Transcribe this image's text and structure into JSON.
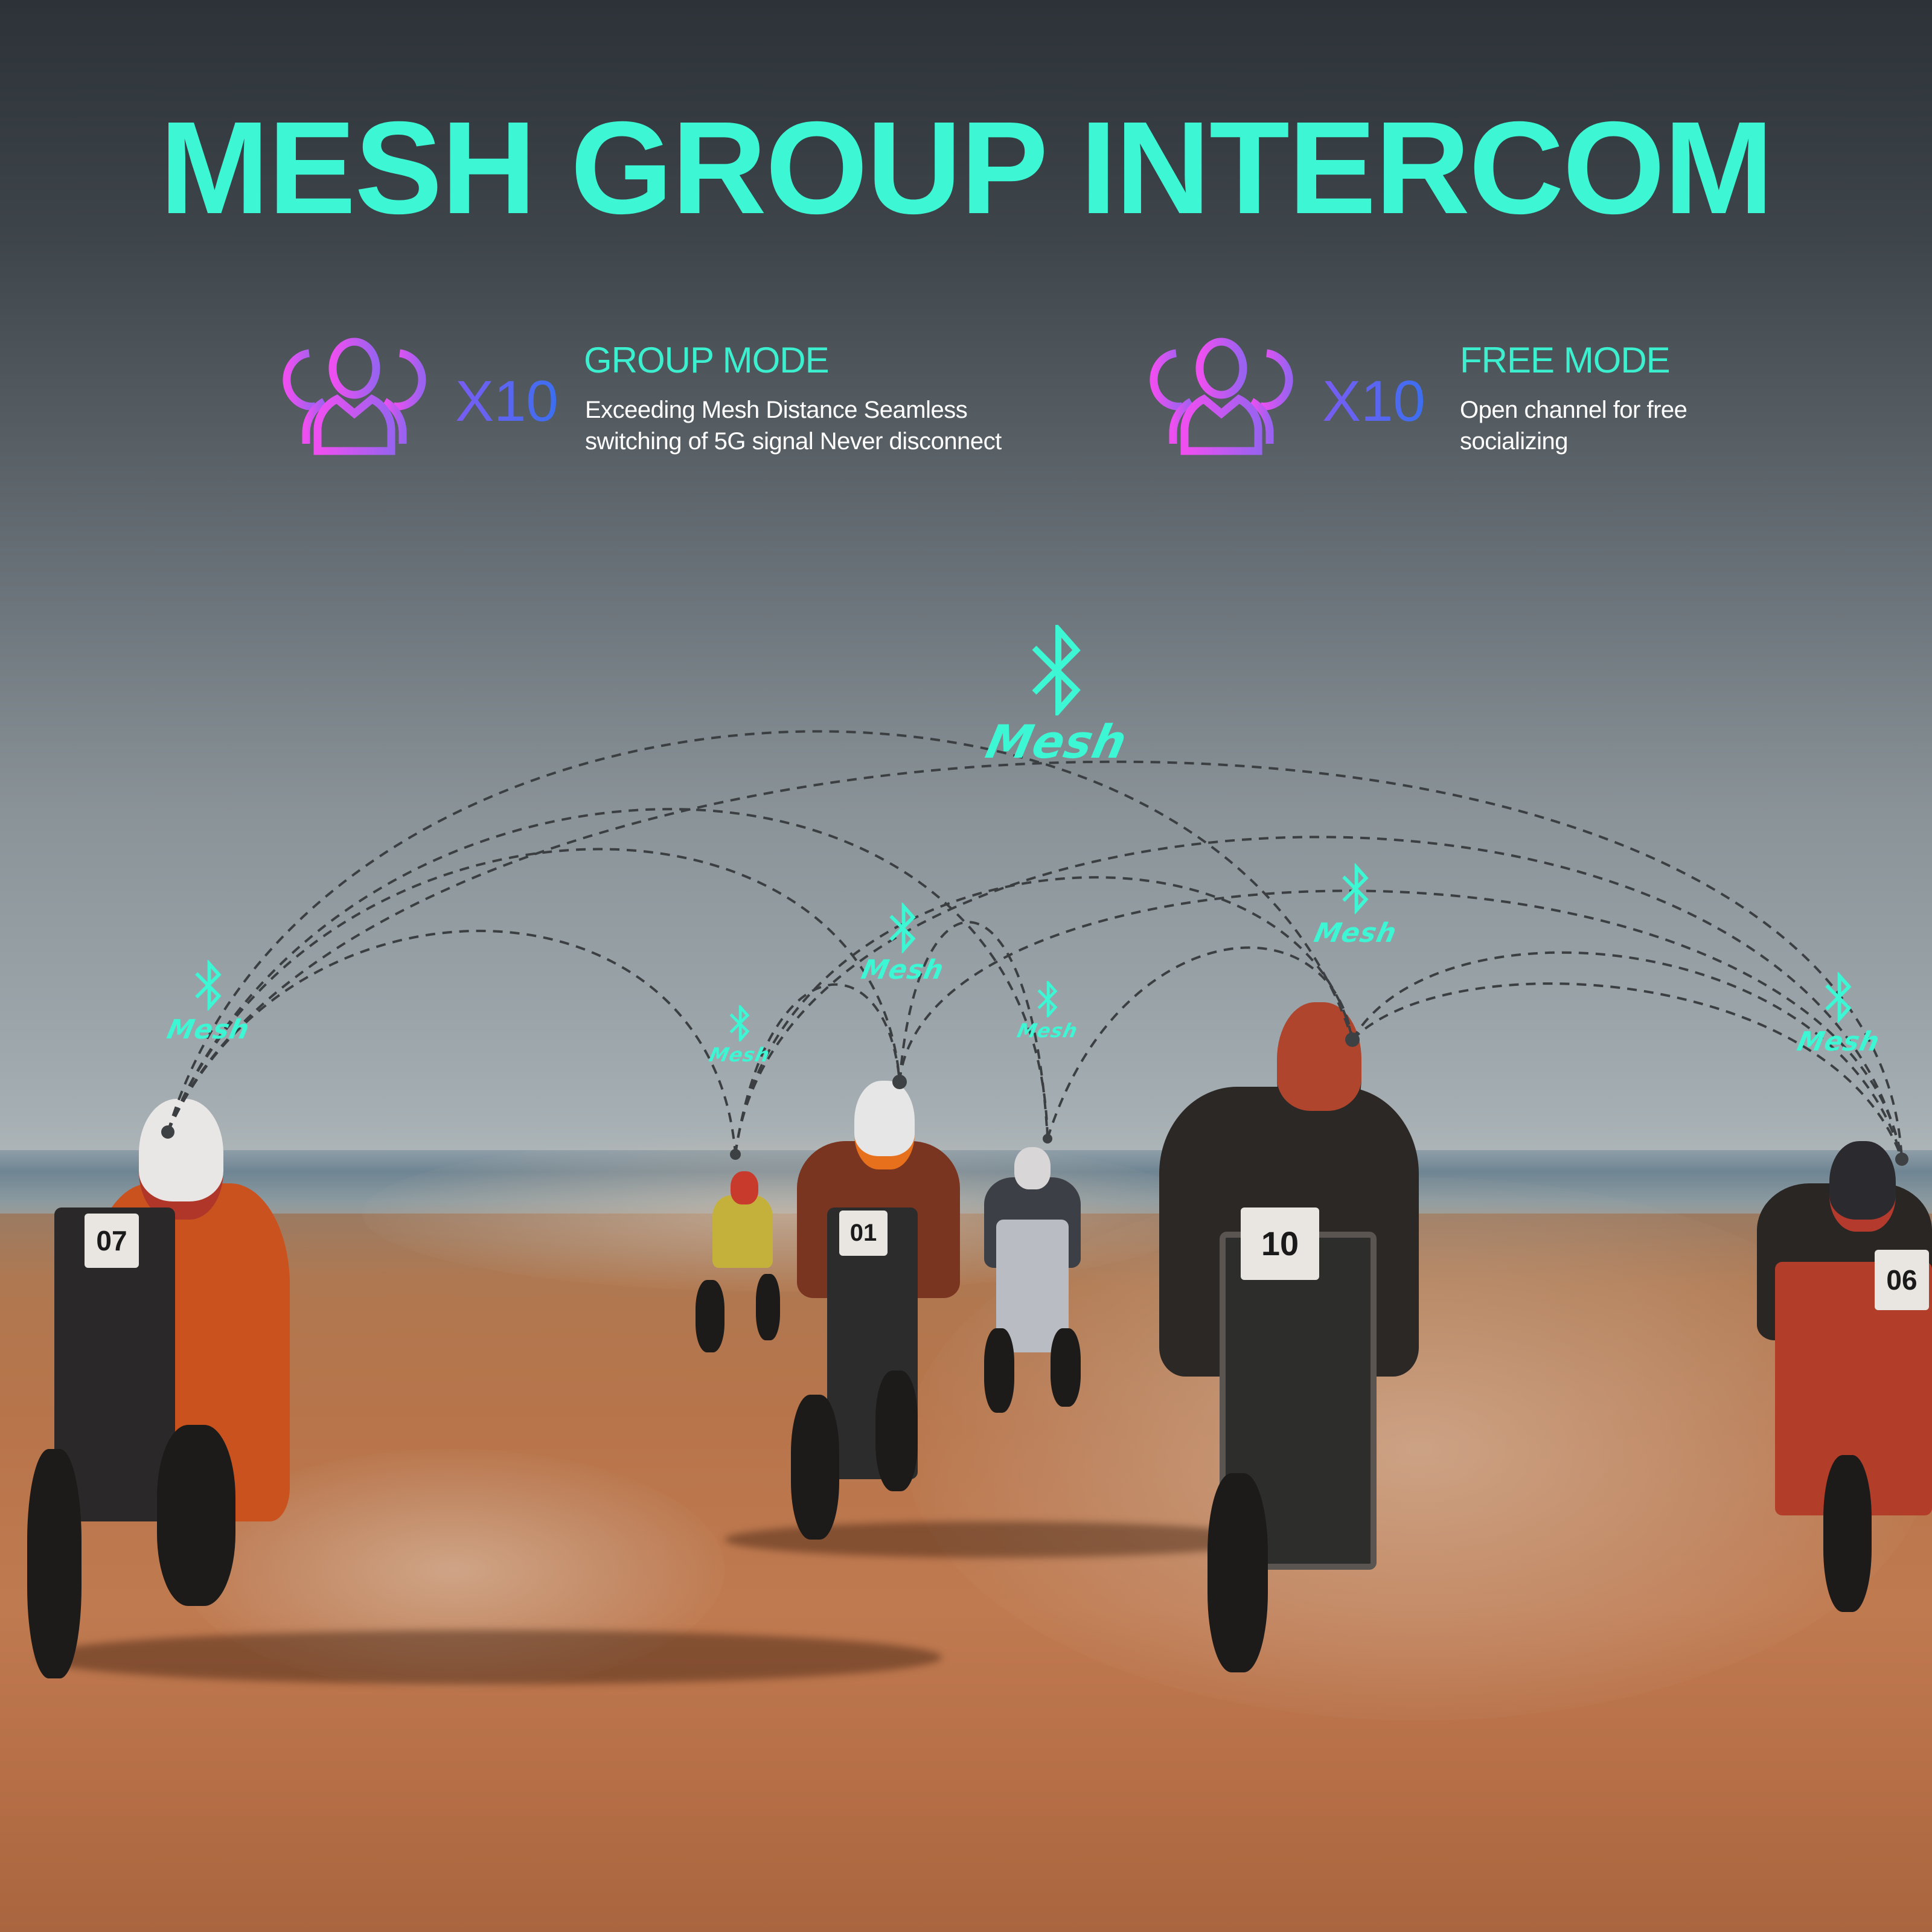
{
  "title": "MESH GROUP INTERCOM",
  "colors": {
    "accent_teal": "#3cf6d4",
    "icon_gradient_start": "#e94ff0",
    "icon_gradient_end": "#9a62f0",
    "count_gradient_start": "#7a5cf2",
    "count_gradient_end": "#3b6ff0",
    "link_line": "#3b3f42",
    "body_text": "#ffffff"
  },
  "modes": [
    {
      "icon": "group-people-icon",
      "count": "X10",
      "heading": "GROUP MODE",
      "description_line1": "Exceeding Mesh Distance Seamless",
      "description_line2": "switching of 5G signal Never disconnect"
    },
    {
      "icon": "group-people-icon",
      "count": "X10",
      "heading": "FREE MODE",
      "description_line1": "Open channel for free",
      "description_line2": "socializing"
    }
  ],
  "mesh_network": {
    "hub_label": "Mesh",
    "hub_icon": "bluetooth-icon",
    "node_labels": [
      "Mesh",
      "Mesh",
      "Mesh",
      "Mesh",
      "Mesh",
      "Mesh"
    ],
    "rider_plates": [
      "07",
      "01",
      "10",
      "06"
    ]
  }
}
